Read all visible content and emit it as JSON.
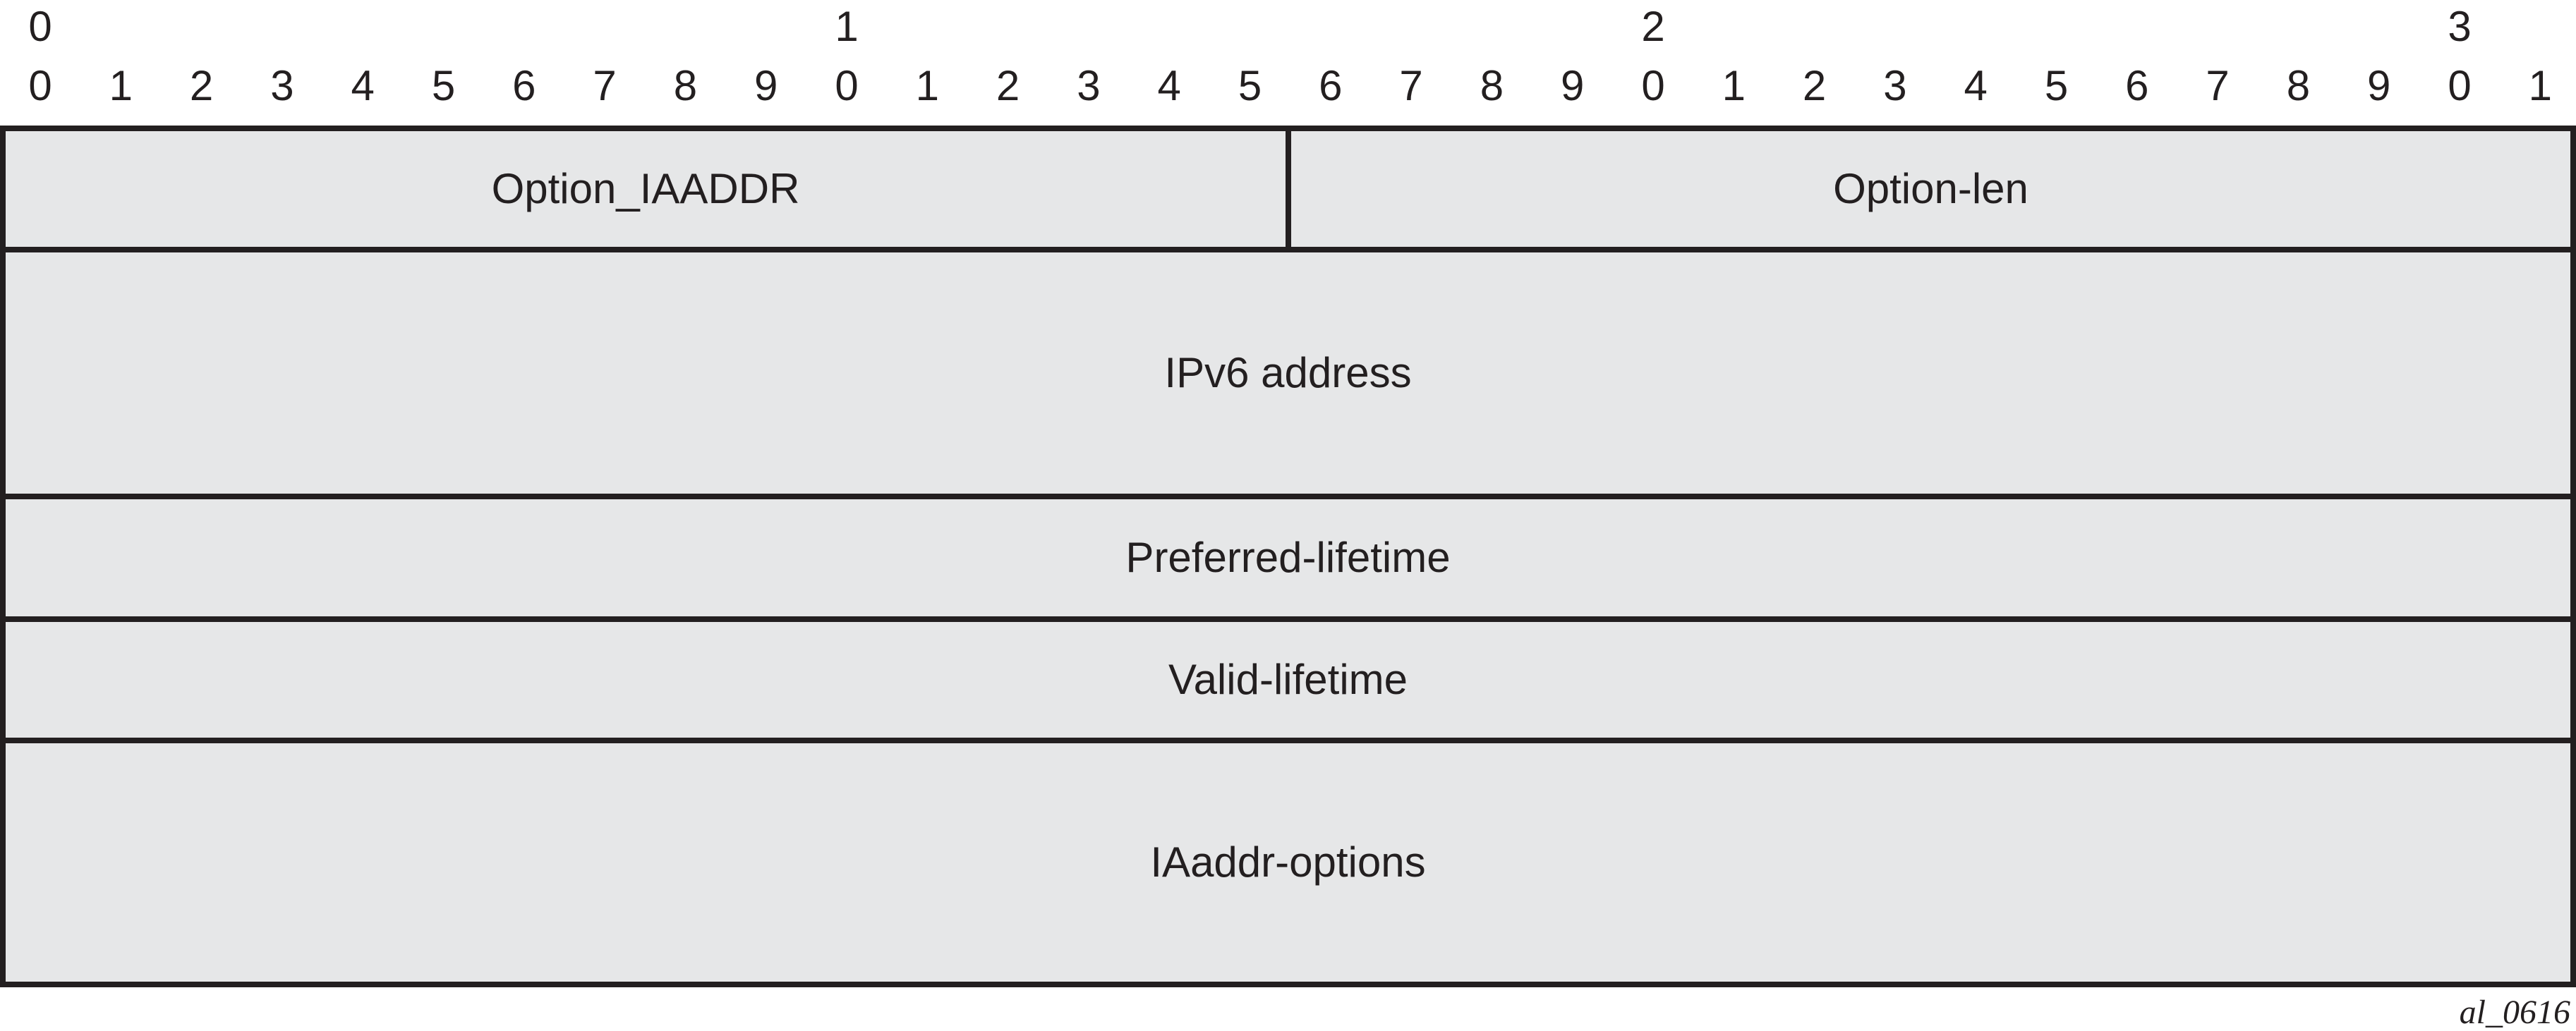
{
  "bit_ruler": {
    "tens": [
      "0",
      "1",
      "2",
      "3"
    ],
    "ones": [
      "0",
      "1",
      "2",
      "3",
      "4",
      "5",
      "6",
      "7",
      "8",
      "9",
      "0",
      "1",
      "2",
      "3",
      "4",
      "5",
      "6",
      "7",
      "8",
      "9",
      "0",
      "1",
      "2",
      "3",
      "4",
      "5",
      "6",
      "7",
      "8",
      "9",
      "0",
      "1"
    ]
  },
  "fields": {
    "option_iaaddr": "Option_IAADDR",
    "option_len": "Option-len",
    "ipv6_address": "IPv6 address",
    "preferred_lifetime": "Preferred-lifetime",
    "valid_lifetime": "Valid-lifetime",
    "iaaddr_options": "IAaddr-options"
  },
  "colors": {
    "field_fill": "#e6e7e8",
    "border": "#231f20"
  },
  "figure_id": "al_0616"
}
